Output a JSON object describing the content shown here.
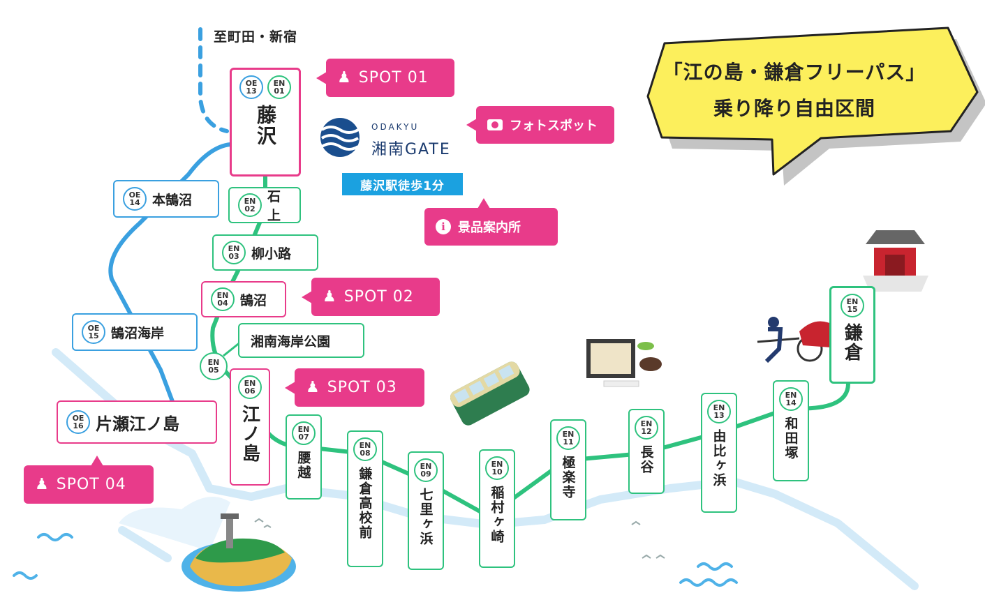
{
  "direction_label": "至町田・新宿",
  "free_pass": {
    "line1": "「江の島・鎌倉フリーパス」",
    "line2": "乗り降り自由区間"
  },
  "gate": {
    "brand_small": "ODAKYU",
    "brand_large": "湘南GATE",
    "walk": "藤沢駅徒歩1分"
  },
  "photo_spot": "フォトスポット",
  "prize_office": "景品案内所",
  "spots": [
    "SPOT 01",
    "SPOT 02",
    "SPOT 03",
    "SPOT 04"
  ],
  "stations": {
    "fujisawa": {
      "codes": [
        {
          "line": "OE",
          "num": "13"
        },
        {
          "line": "EN",
          "num": "01"
        }
      ],
      "name": "藤沢"
    },
    "en02": {
      "line": "EN",
      "num": "02",
      "name": "石上"
    },
    "en03": {
      "line": "EN",
      "num": "03",
      "name": "柳小路"
    },
    "en04": {
      "line": "EN",
      "num": "04",
      "name": "鵠沼"
    },
    "en05": {
      "line": "EN",
      "num": "05",
      "name": "湘南海岸公園"
    },
    "en06": {
      "line": "EN",
      "num": "06",
      "name": "江ノ島"
    },
    "en07": {
      "line": "EN",
      "num": "07",
      "name": "腰越"
    },
    "en08": {
      "line": "EN",
      "num": "08",
      "name": "鎌倉高校前"
    },
    "en09": {
      "line": "EN",
      "num": "09",
      "name": "七里ヶ浜"
    },
    "en10": {
      "line": "EN",
      "num": "10",
      "name": "稲村ヶ崎"
    },
    "en11": {
      "line": "EN",
      "num": "11",
      "name": "極楽寺"
    },
    "en12": {
      "line": "EN",
      "num": "12",
      "name": "長谷"
    },
    "en13": {
      "line": "EN",
      "num": "13",
      "name": "由比ヶ浜"
    },
    "en14": {
      "line": "EN",
      "num": "14",
      "name": "和田塚"
    },
    "en15": {
      "line": "EN",
      "num": "15",
      "name": "鎌倉"
    },
    "oe14": {
      "line": "OE",
      "num": "14",
      "name": "本鵠沼"
    },
    "oe15": {
      "line": "OE",
      "num": "15",
      "name": "鵠沼海岸"
    },
    "oe16": {
      "line": "OE",
      "num": "16",
      "name": "片瀬江ノ島"
    }
  },
  "colors": {
    "enoden": "#2ec27e",
    "odakyu": "#3aa0e0",
    "spot": "#e83b8a",
    "walk_tag": "#1ba1e0",
    "bubble": "#fcef5c"
  }
}
